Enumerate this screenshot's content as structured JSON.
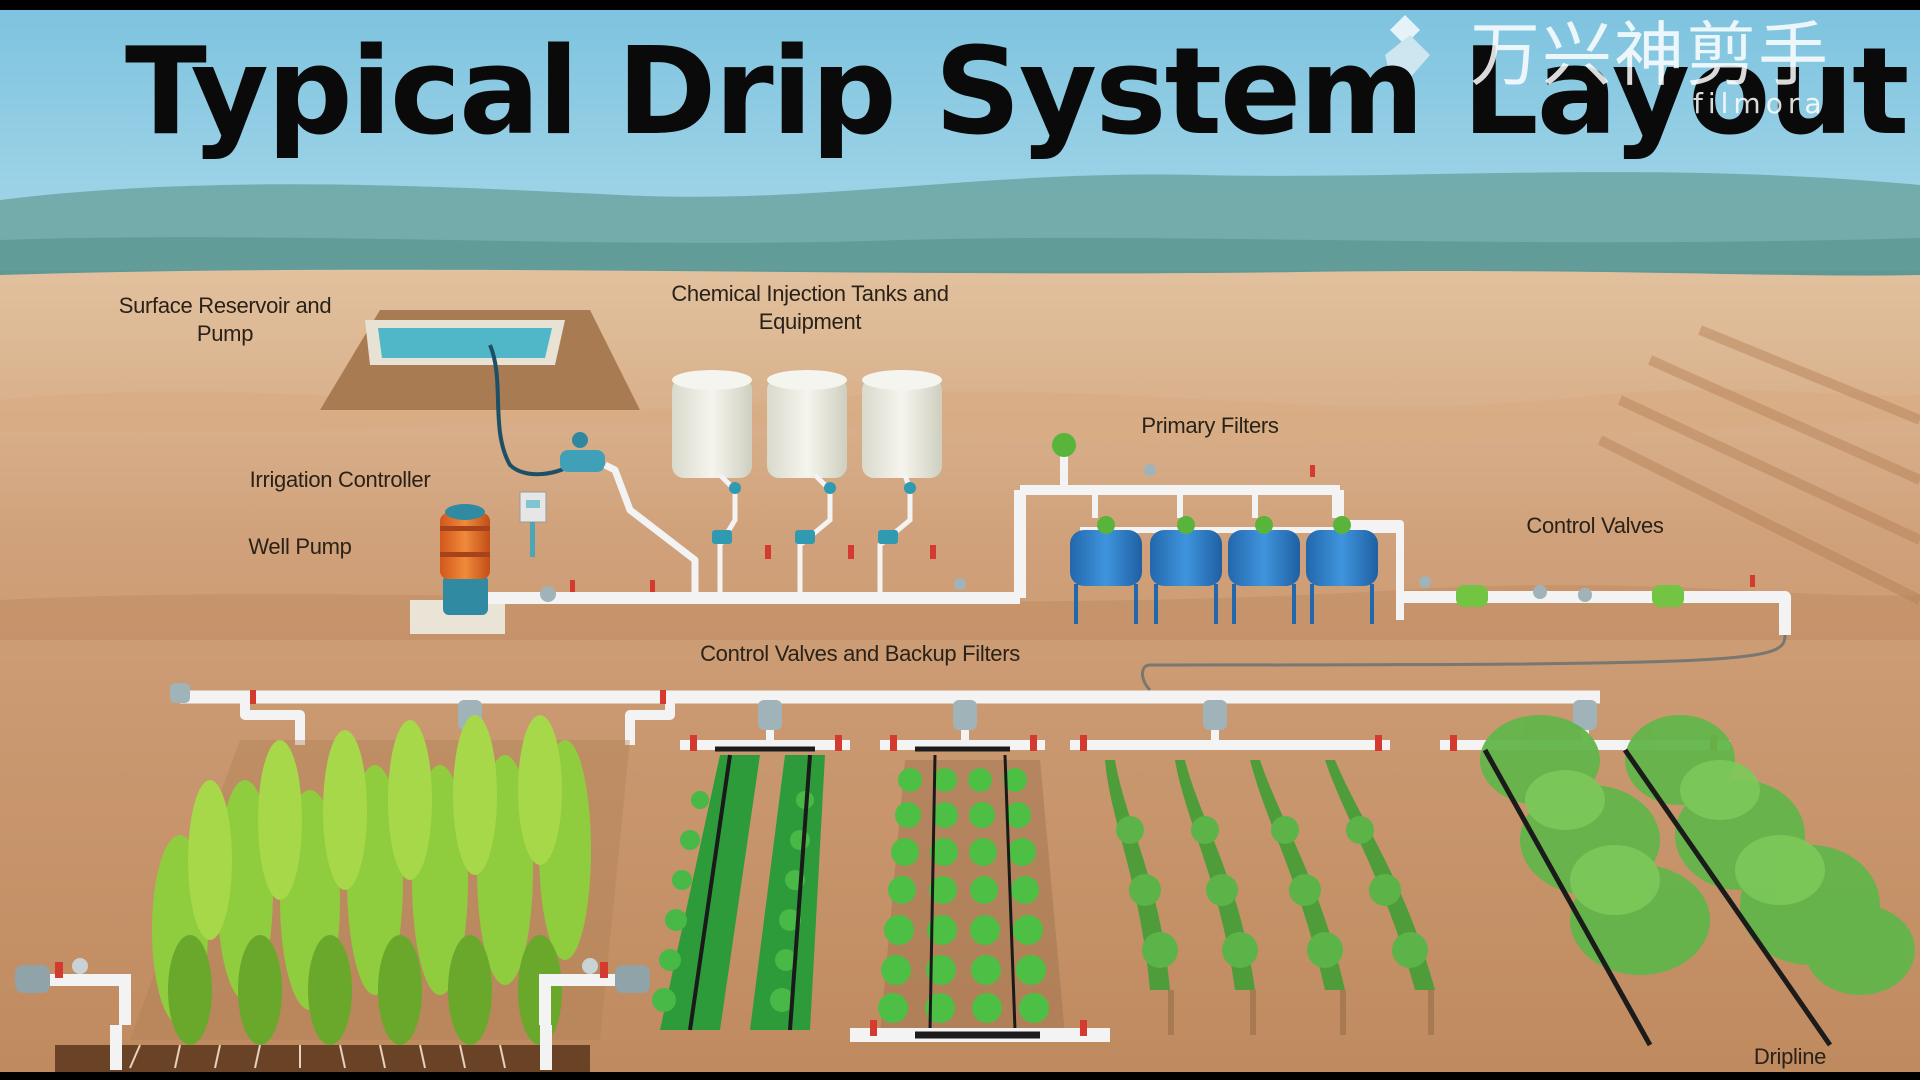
{
  "title": "Typical Drip System Layout",
  "watermark": {
    "chinese": "万兴神剪手",
    "brand": "filmora"
  },
  "labels": {
    "surface_reservoir": "Surface Reservoir and Pump",
    "chemical_tanks": "Chemical Injection Tanks and Equipment",
    "primary_filters": "Primary Filters",
    "irrigation_controller": "Irrigation Controller",
    "well_pump": "Well Pump",
    "control_valves": "Control Valves",
    "control_valves_backup": "Control Valves and Backup Filters",
    "dripline": "Dripline"
  },
  "colors": {
    "sky": "#7ec3df",
    "mountains": "#6fa7a5",
    "soil": "#c9996e",
    "pipe": "#f3f3f3",
    "filter": "#2f7fc6",
    "tank": "#ecece2",
    "crop": "#5fbf3a",
    "dripline": "#1b1b1b"
  }
}
